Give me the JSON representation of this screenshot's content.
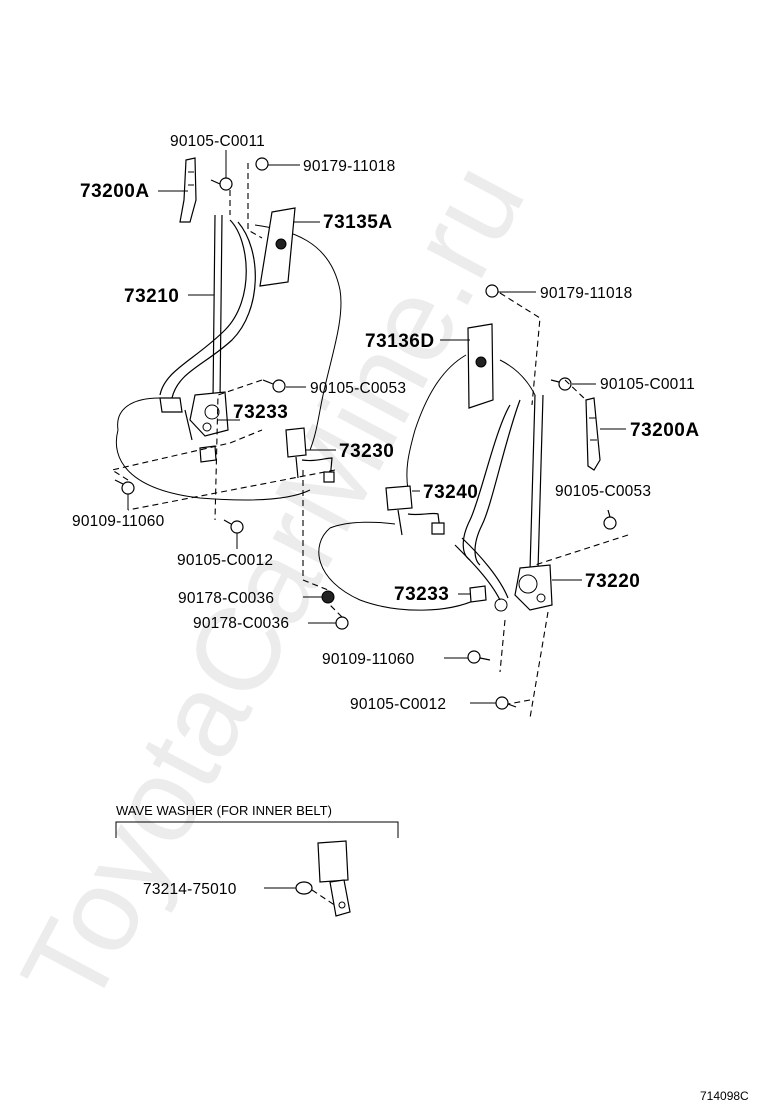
{
  "watermark": "ToyotaCarMine.ru",
  "labels": {
    "p90105_C0011_top": "90105-C0011",
    "p90179_11018_left": "90179-11018",
    "p73200A_left": "73200A",
    "p73135A": "73135A",
    "p73210": "73210",
    "p90179_11018_right": "90179-11018",
    "p73136D": "73136D",
    "p90105_C0053_left": "90105-C0053",
    "p90105_C0011_right": "90105-C0011",
    "p73233_left": "73233",
    "p73200A_right": "73200A",
    "p73230": "73230",
    "p90109_11060_left": "90109-11060",
    "p73240": "73240",
    "p90105_C0053_right": "90105-C0053",
    "p90105_C0012_left": "90105-C0012",
    "p73220": "73220",
    "p90178_C0036_a": "90178-C0036",
    "p73233_right": "73233",
    "p90178_C0036_b": "90178-C0036",
    "p90109_11060_right": "90109-11060",
    "p90105_C0012_right": "90105-C0012"
  },
  "inset": {
    "caption": "WAVE WASHER (FOR INNER BELT)",
    "part_label": "73214-75010"
  },
  "diagram_code": "714098C"
}
